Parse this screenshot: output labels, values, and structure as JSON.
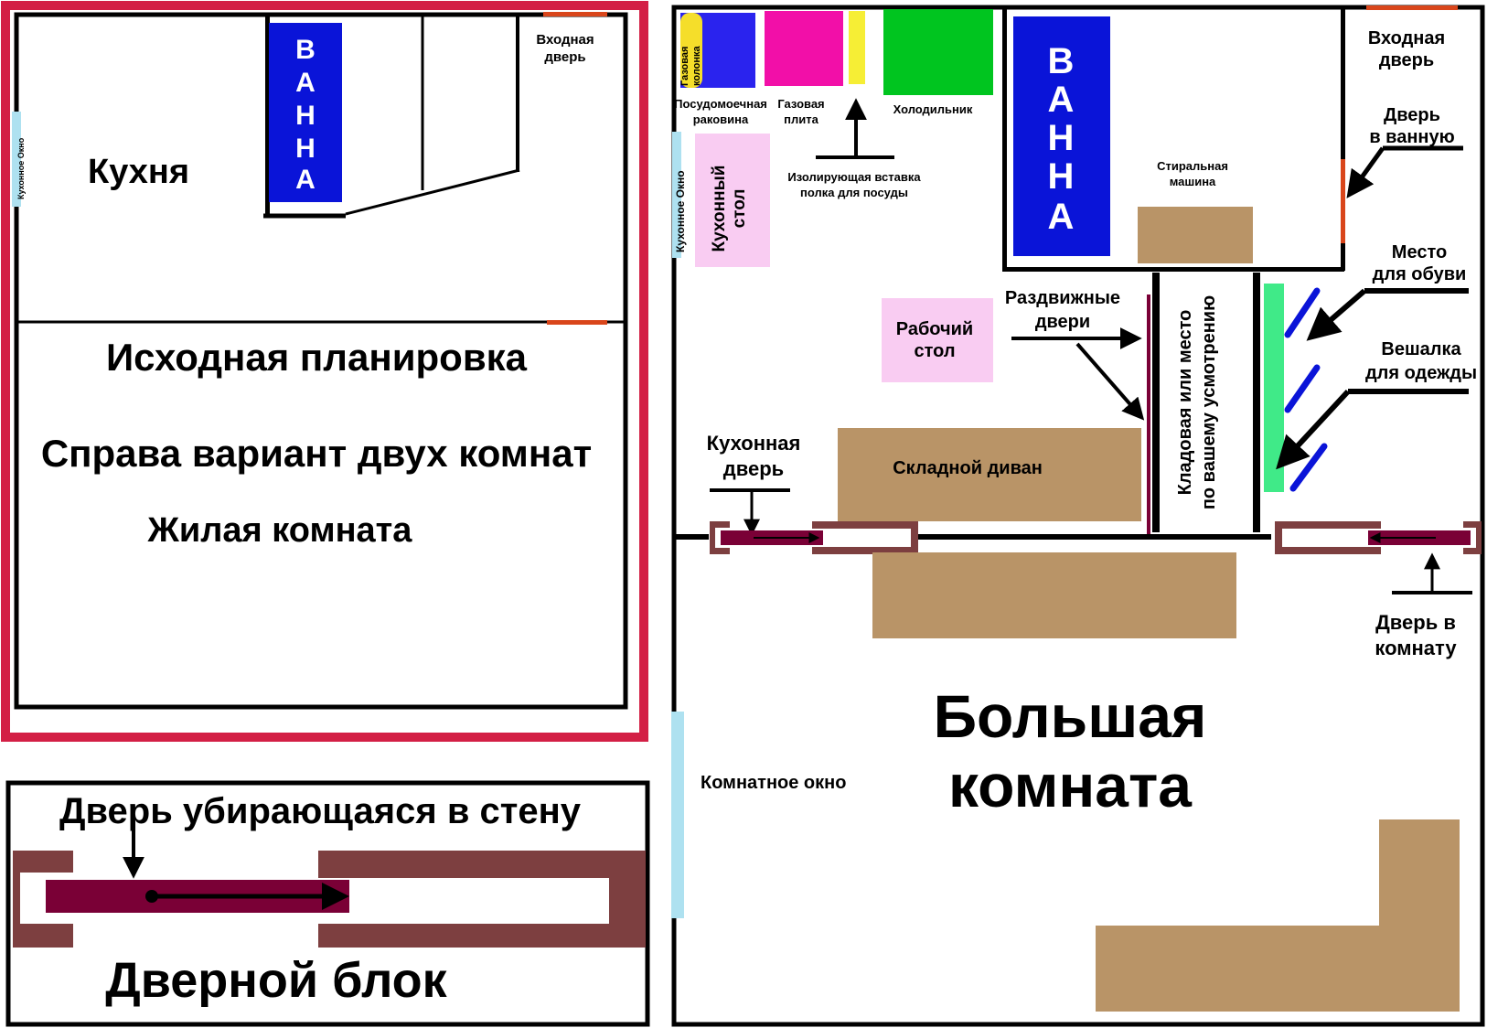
{
  "original": {
    "kitchen": "Кухня",
    "bath": [
      "В",
      "А",
      "Н",
      "Н",
      "А"
    ],
    "entrance_door": [
      "Входная",
      "дверь"
    ],
    "kitchen_window": "Кухонное Окно",
    "title": "Исходная планировка",
    "subtitle": "Справа вариант двух комнат",
    "living_room": "Жилая комната"
  },
  "door_block": {
    "caption": "Дверь убирающаяся в стену",
    "title": "Дверной блок"
  },
  "variant": {
    "gas_heater": [
      "Газовая",
      "колонка"
    ],
    "dishwasher_sink": [
      "Посудомоечная",
      "раковина"
    ],
    "gas_stove": [
      "Газовая",
      "плита"
    ],
    "fridge": "Холодильник",
    "insulating_insert": [
      "Изолирующая вставка",
      "полка для посуды"
    ],
    "kitchen_table": [
      "Кухонный",
      "стол"
    ],
    "kitchen_window": "Кухонное Окно",
    "bath": [
      "В",
      "А",
      "Н",
      "Н",
      "А"
    ],
    "washing_machine": [
      "Стиральная",
      "машина"
    ],
    "entrance_door": [
      "Входная",
      "дверь"
    ],
    "bathroom_door": [
      "Дверь",
      "в ванную"
    ],
    "shoe_place": [
      "Место",
      "для обуви"
    ],
    "clothes_hanger": [
      "Вешалка",
      "для одежды"
    ],
    "sliding_doors": [
      "Раздвижные",
      "двери"
    ],
    "work_desk": [
      "Рабочий",
      "стол"
    ],
    "storage": [
      "Кладовая или место",
      "по вашему усмотрению"
    ],
    "kitchen_door": [
      "Кухонная",
      "дверь"
    ],
    "sofa_bed": "Складной диван",
    "room_door": [
      "Дверь в",
      "комнату"
    ],
    "room_window": "Комнатное окно",
    "big_room": [
      "Большая",
      "комната"
    ]
  },
  "colors": {
    "frame_red": "#d31f45",
    "door_brown": "#7d3f40",
    "door_leaf": "#7a0036",
    "bath_blue": "#0a14d8",
    "heater_blue": "#2a23ee",
    "heater_yellow": "#f5de2a",
    "stove_pink": "#f20fa8",
    "insert_yellow": "#f6ee35",
    "fridge_green": "#00c51f",
    "table_pink": "#f9ccf2",
    "furniture_tan": "#b99467",
    "window_blue": "#aee1f0",
    "door_orange": "#d9461b",
    "hanger_green": "#40ea88",
    "hook_blue": "#0a14d8"
  }
}
